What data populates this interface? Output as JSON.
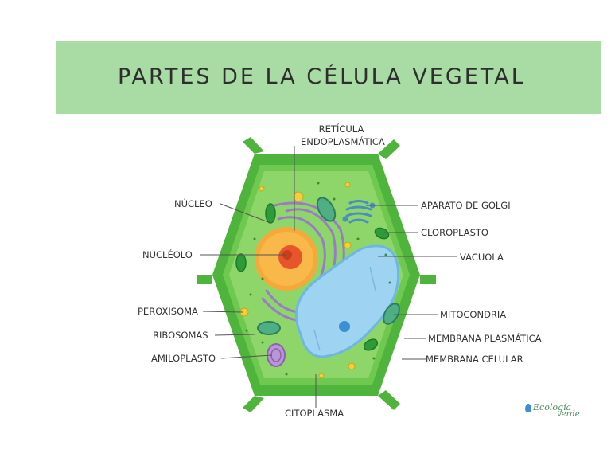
{
  "title": "PARTES DE LA CÉLULA VEGETAL",
  "labels": {
    "reticulo_line1": "RETÍCULA",
    "reticulo_line2": "ENDOPLASMÁTICA",
    "nucleo": "NÚCLEO",
    "nucleolo": "NUCLÉOLO",
    "peroxisoma": "PEROXISOMA",
    "ribosomas": "RIBOSOMAS",
    "amiloplasto": "AMILOPLASTO",
    "citoplasma": "CITOPLASMA",
    "golgi": "APARATO DE GOLGI",
    "cloroplasto": "CLOROPLASTO",
    "vacuola": "VACUOLA",
    "mitocondria": "MITOCONDRIA",
    "membrana_plasmatica": "MEMBRANA PLASMÁTICA",
    "membrana_celular": "MEMBRANA CELULAR"
  },
  "logo": {
    "line1": "Ecología",
    "line2": "verde"
  },
  "colors": {
    "banner": "#a8dca4",
    "cell_wall": "#4fb43c",
    "cytoplasm": "#8fd66a",
    "vacuole": "#9fd3f2",
    "nucleus": "#f6a93a",
    "nucleolus": "#e8552a"
  }
}
